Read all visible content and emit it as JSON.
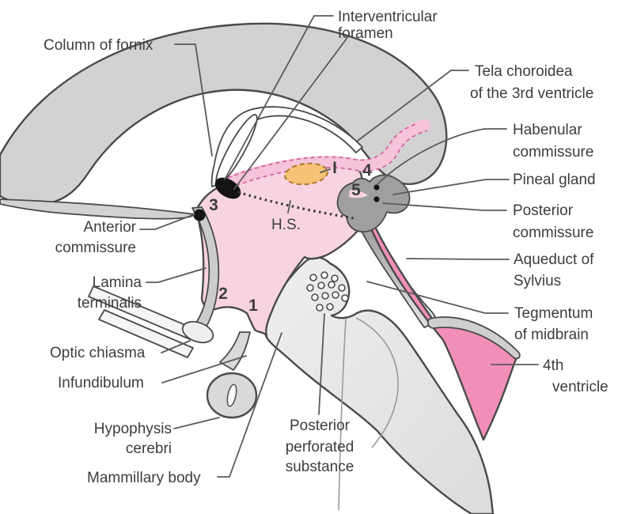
{
  "diagram_title": "Sagittal section of brain - third ventricle region",
  "labels": {
    "interventricular_foramen": {
      "lines": [
        "Interventricular",
        "foramen"
      ]
    },
    "column_of_fornix": {
      "lines": [
        "Column of fornix"
      ]
    },
    "tela_choroidea": {
      "lines": [
        "Tela choroidea",
        "of the 3rd ventricle"
      ]
    },
    "habenular_commissure": {
      "lines": [
        "Habenular",
        "commissure"
      ]
    },
    "pineal_gland": {
      "lines": [
        "Pineal gland"
      ]
    },
    "posterior_commissure": {
      "lines": [
        "Posterior",
        "commissure"
      ]
    },
    "aqueduct_of_sylvius": {
      "lines": [
        "Aqueduct of",
        "Sylvius"
      ]
    },
    "tegmentum_of_midbrain": {
      "lines": [
        "Tegmentum",
        "of midbrain"
      ]
    },
    "fourth_ventricle": {
      "lines": [
        "4th",
        "ventricle"
      ]
    },
    "anterior_commissure": {
      "lines": [
        "Anterior",
        "commissure"
      ]
    },
    "lamina_terminalis": {
      "lines": [
        "Lamina",
        "terminalis"
      ]
    },
    "optic_chiasma": {
      "lines": [
        "Optic chiasma"
      ]
    },
    "infundibulum": {
      "lines": [
        "Infundibulum"
      ]
    },
    "hypophysis_cerebri": {
      "lines": [
        "Hypophysis",
        "cerebri"
      ]
    },
    "mammillary_body": {
      "lines": [
        "Mammillary body"
      ]
    },
    "posterior_perforated_substance": {
      "lines": [
        "Posterior",
        "perforated",
        "substance"
      ]
    },
    "hypothalamic_sulcus": {
      "lines": [
        "H.S."
      ]
    }
  },
  "markers": {
    "recess_1": "1",
    "recess_2": "2",
    "recess_3": "3",
    "recess_4": "4",
    "recess_5": "5",
    "interthalamic_adhesion": "I"
  },
  "colors": {
    "outline": "#4a4a4a",
    "corpus_callosum_gray": "#d2d2d2",
    "midbrain_gray": "#e4e4e4",
    "lamina_gray": "#cccccc",
    "third_ventricle_pink": "#f8d4e3",
    "fourth_ventricle_pink": "#f28fb9",
    "tela_band_pink": "#f5c3da",
    "tela_dash_magenta": "#d0609f",
    "massa_intermedia_orange": "#f6c276",
    "massa_dash_brown": "#aa7430",
    "pineal_gray": "#9f9f9f",
    "velum_gray": "#cfcfcf",
    "structure_black": "#141414",
    "white_structure": "#f5f5f5",
    "label_text": "#3d3d3d",
    "leader_line": "#5a5a5a"
  }
}
